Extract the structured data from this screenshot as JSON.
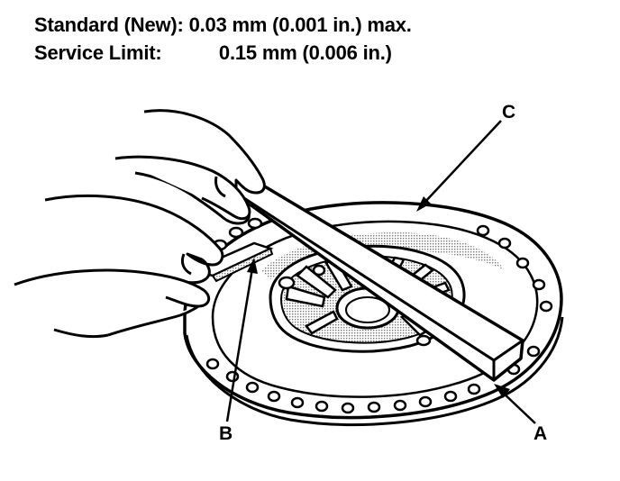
{
  "specs": {
    "standard_label": "Standard (New):",
    "standard_value": "0.03 mm (0.001 in.) max.",
    "limit_label": "Service Limit:",
    "limit_value": "0.15 mm (0.006 in.)"
  },
  "callouts": {
    "a": "A",
    "b": "B",
    "c": "C"
  },
  "colors": {
    "ink": "#000000",
    "paper": "#ffffff",
    "shade": "#bdbdbd"
  }
}
